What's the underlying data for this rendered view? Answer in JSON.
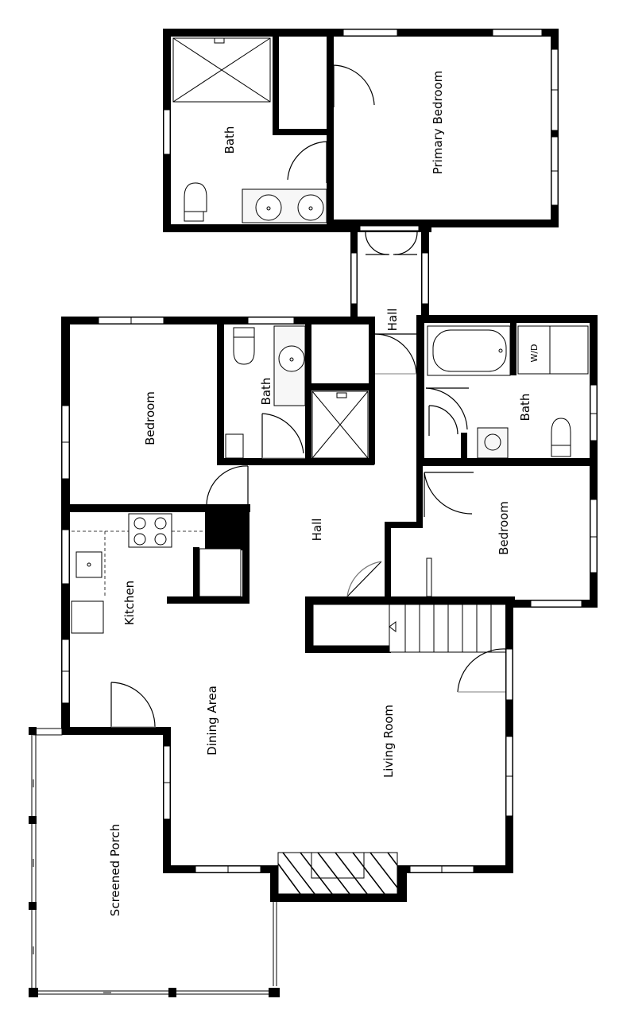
{
  "rooms": {
    "primary_bedroom": "Primary Bedroom",
    "primary_bath": "Bath",
    "upper_hall": "Hall",
    "bedroom_left": "Bedroom",
    "bath_center": "Bath",
    "bath_right": "Bath",
    "laundry": "W/D",
    "main_hall": "Hall",
    "bedroom_right": "Bedroom",
    "kitchen": "Kitchen",
    "dining_area": "Dining Area",
    "living_room": "Living Room",
    "screened_porch": "Screened Porch"
  },
  "colors": {
    "wall": "#000000",
    "background": "#ffffff"
  }
}
